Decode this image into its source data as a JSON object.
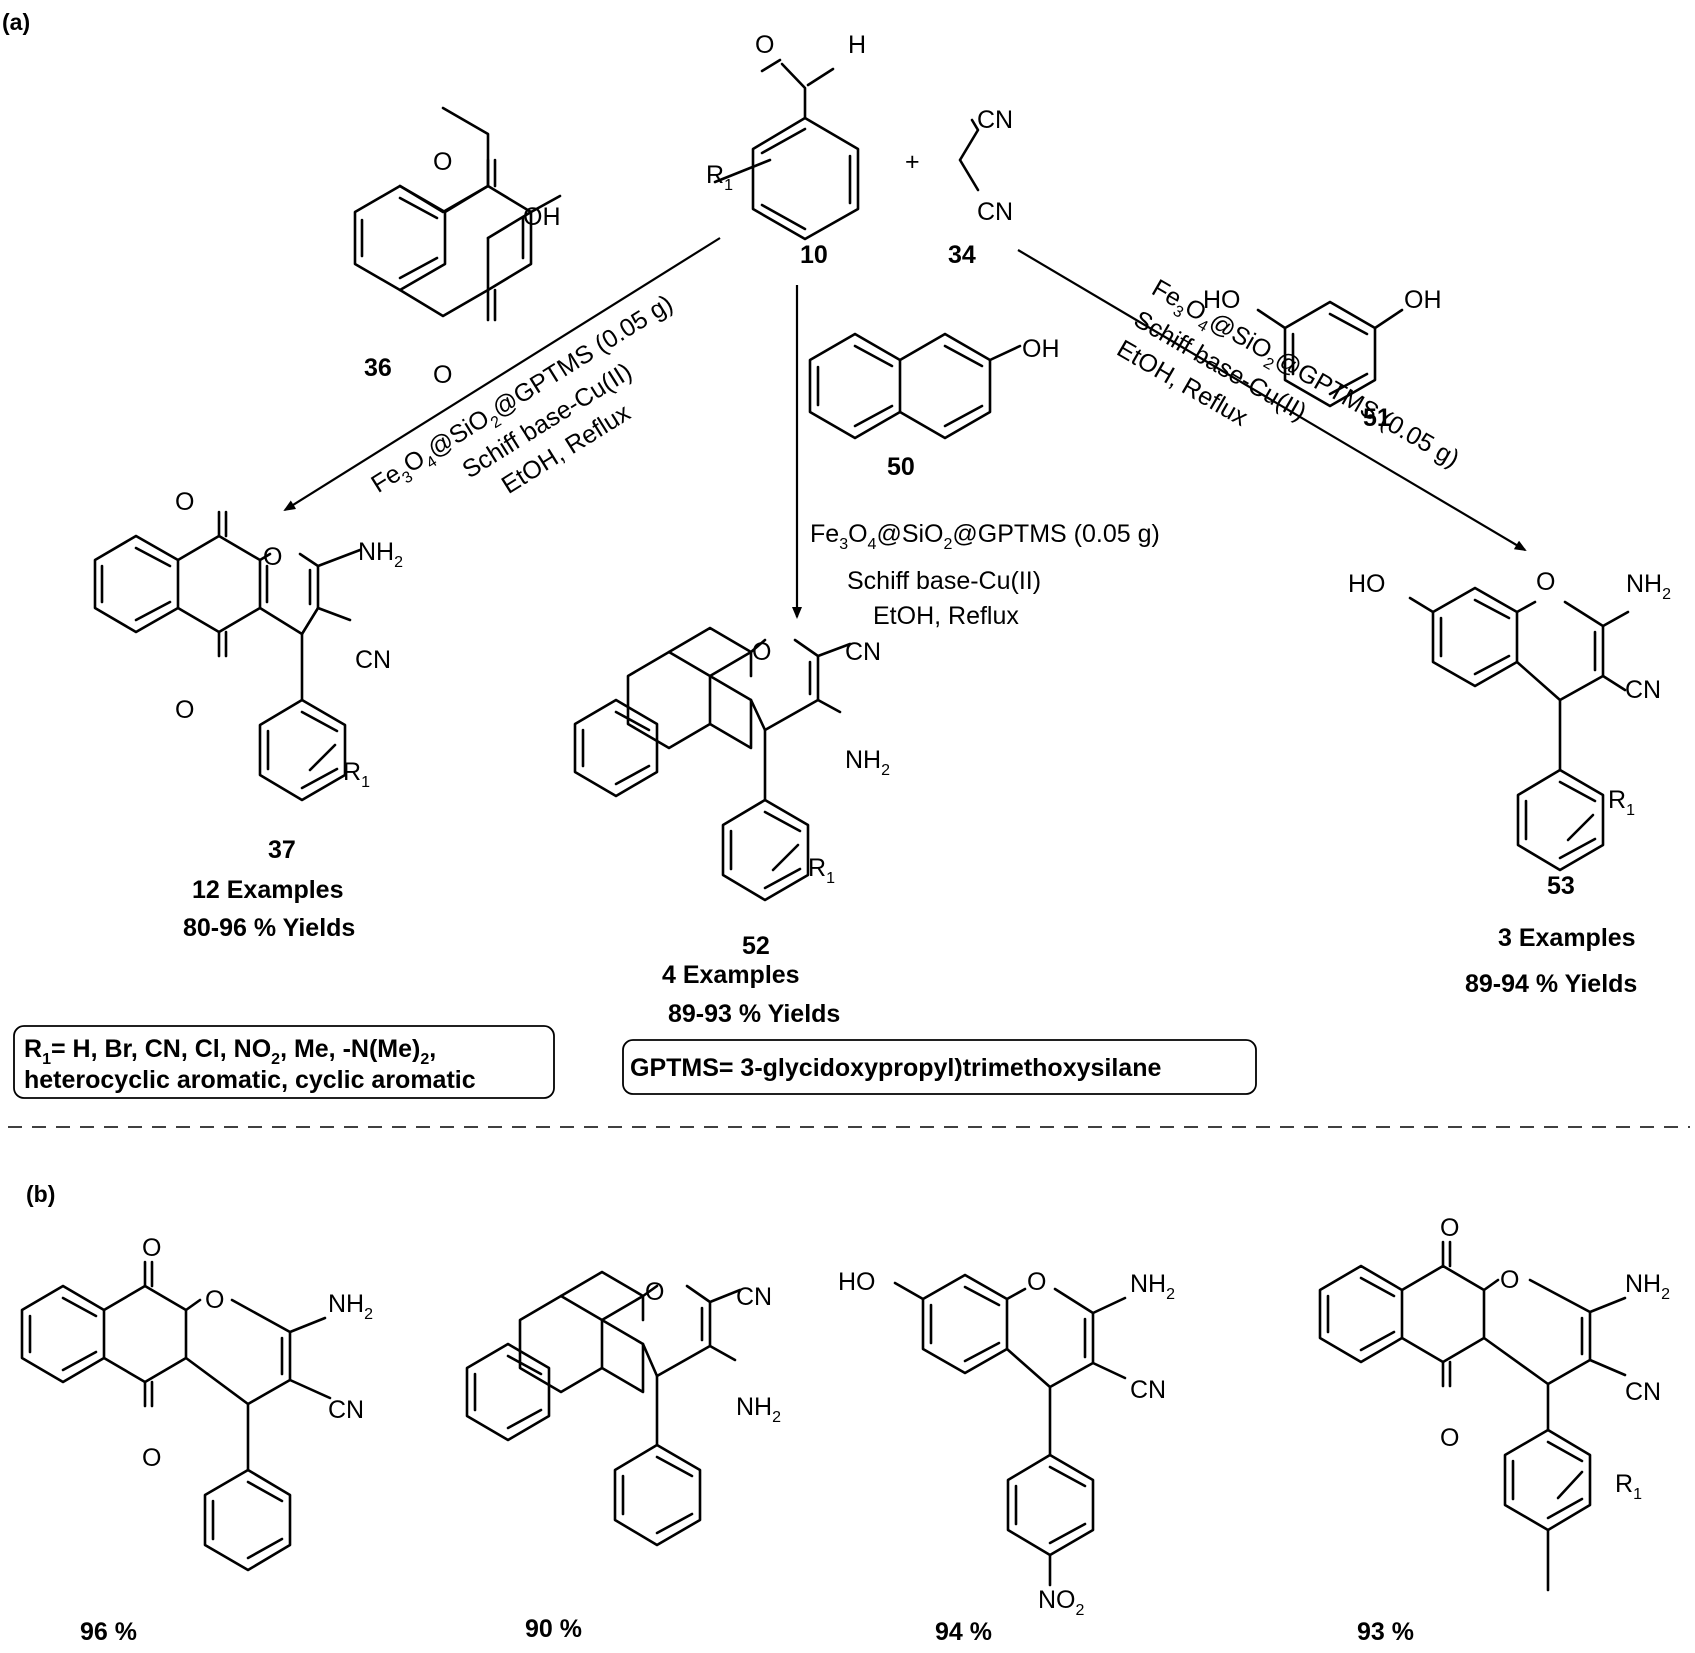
{
  "panels": {
    "a": "(a)",
    "b": "(b)"
  },
  "reactants": {
    "aldehyde": {
      "number": "10",
      "atoms": {
        "O": "O",
        "H": "H",
        "R": "R"
      }
    },
    "malononitrile": {
      "number": "34",
      "atoms": {
        "cn": "CN"
      }
    },
    "plus": "+",
    "lawsone": {
      "number": "36",
      "atoms": {
        "O": "O",
        "OH": "OH"
      }
    },
    "naphthol": {
      "number": "50",
      "atoms": {
        "OH": "OH"
      }
    },
    "resorcinol": {
      "number": "51",
      "atoms": {
        "OH": "OH",
        "HO": "HO"
      }
    }
  },
  "conditions": {
    "catalyst": {
      "fe": "Fe",
      "o": "O",
      "si": "@SiO",
      "tail": "@GPTMS (0.05 g)",
      "sub3": "3",
      "sub4": "4",
      "sub2": "2"
    },
    "line2": "Schiff base-Cu(II)",
    "line3": "EtOH, Reflux"
  },
  "products": {
    "p37": {
      "number": "37",
      "examples": "12 Examples",
      "yields": "80-96 % Yields"
    },
    "p52": {
      "number": "52",
      "examples": "4 Examples",
      "yields": "89-93 % Yields"
    },
    "p53": {
      "number": "53",
      "examples": "3 Examples",
      "yields": "89-94 % Yields"
    }
  },
  "atoms": {
    "O": "O",
    "NH": "NH",
    "CN": "CN",
    "HO": "HO",
    "OH": "OH",
    "R": "R",
    "NO": "NO",
    "sub1": "1",
    "sub2": "2"
  },
  "notes": {
    "r1_box": {
      "lead": "R",
      "sub": "1",
      "rest1": "= H, Br, CN, Cl, NO",
      "sub2": "2",
      "rest2": ", Me, -N(Me)",
      "sub3": "2",
      "rest3": ",",
      "line2": "heterocyclic aromatic, cyclic aromatic"
    },
    "gptms_box": "GPTMS= 3-glycidoxypropyl)trimethoxysilane"
  },
  "examples_b": [
    {
      "yield": "96 %"
    },
    {
      "yield": "90 %"
    },
    {
      "yield": "94 %"
    },
    {
      "yield": "93 %"
    }
  ]
}
